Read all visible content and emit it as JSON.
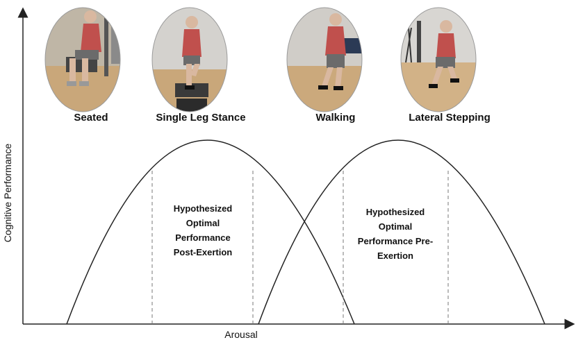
{
  "axes": {
    "y_label": "Cognitive Performance",
    "x_label": "Arousal"
  },
  "conditions": [
    {
      "label": "Seated",
      "photo": "person-seated-on-chair-with-phone"
    },
    {
      "label": "Single Leg Stance",
      "photo": "person-standing-on-one-leg-on-foam-pad-with-phone"
    },
    {
      "label": "Walking",
      "photo": "person-walking-with-phone"
    },
    {
      "label": "Lateral Stepping",
      "photo": "person-lateral-stepping-with-phone"
    }
  ],
  "zones": {
    "post_exertion": [
      "Hypothesized",
      "Optimal",
      "Performance",
      "Post-Exertion"
    ],
    "pre_exertion": [
      "Hypothesized",
      "Optimal",
      "Performance Pre-",
      "Exertion"
    ]
  },
  "colors": {
    "curve": "#222222",
    "dashed_line": "#777777",
    "photo_bg": "#cfc6b8",
    "floor": "#c9a77a",
    "shirt": "#c0504d",
    "shorts": "#6b6b6b"
  }
}
